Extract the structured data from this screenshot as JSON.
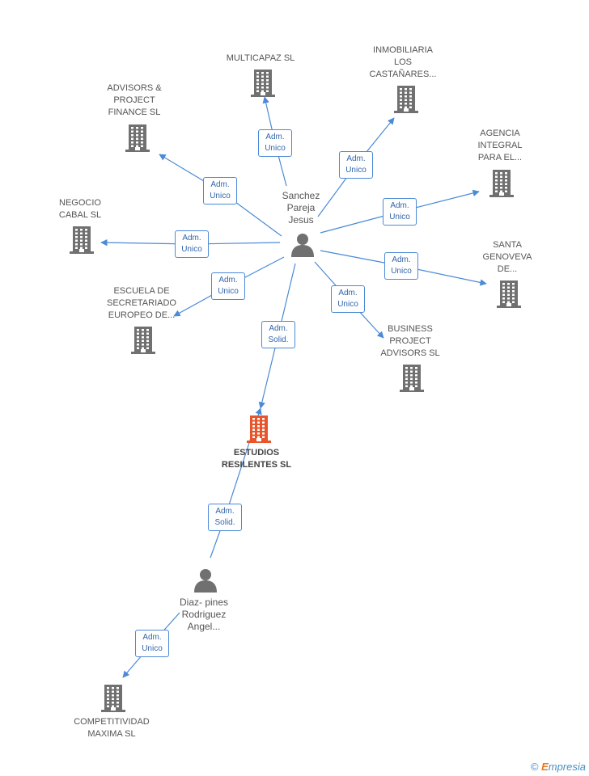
{
  "companies": [
    {
      "id": "advisors",
      "label": "ADVISORS &\nPROJECT\nFINANCE SL"
    },
    {
      "id": "multicapaz",
      "label": "MULTICAPAZ SL"
    },
    {
      "id": "inmobiliaria",
      "label": "INMOBILIARIA\nLOS\nCASTAÑARES..."
    },
    {
      "id": "agencia",
      "label": "AGENCIA\nINTEGRAL\nPARA EL..."
    },
    {
      "id": "negocio",
      "label": "NEGOCIO\nCABAL SL"
    },
    {
      "id": "santa",
      "label": "SANTA\nGENOVEVA\nDE..."
    },
    {
      "id": "escuela",
      "label": "ESCUELA DE\nSECRETARIADO\nEUROPEO DE..."
    },
    {
      "id": "business",
      "label": "BUSINESS\nPROJECT\nADVISORS SL"
    },
    {
      "id": "estudios",
      "label": "ESTUDIOS\nRESILENTES SL",
      "main": true
    },
    {
      "id": "competitividad",
      "label": "COMPETITIVIDAD\nMAXIMA SL"
    }
  ],
  "persons": [
    {
      "id": "sanchez",
      "label": "Sanchez\nPareja\nJesus"
    },
    {
      "id": "diaz",
      "label": "Diaz- pines\nRodriguez\nAngel..."
    }
  ],
  "relations": [
    {
      "from": "sanchez",
      "to": "advisors",
      "label": "Adm.\nUnico"
    },
    {
      "from": "sanchez",
      "to": "multicapaz",
      "label": "Adm.\nUnico"
    },
    {
      "from": "sanchez",
      "to": "inmobiliaria",
      "label": "Adm.\nUnico"
    },
    {
      "from": "sanchez",
      "to": "agencia",
      "label": "Adm.\nUnico"
    },
    {
      "from": "sanchez",
      "to": "negocio",
      "label": "Adm.\nUnico"
    },
    {
      "from": "sanchez",
      "to": "santa",
      "label": "Adm.\nUnico"
    },
    {
      "from": "sanchez",
      "to": "escuela",
      "label": "Adm.\nUnico"
    },
    {
      "from": "sanchez",
      "to": "business",
      "label": "Adm.\nUnico"
    },
    {
      "from": "sanchez",
      "to": "estudios",
      "label": "Adm.\nSolid."
    },
    {
      "from": "diaz",
      "to": "estudios",
      "label": "Adm.\nSolid."
    },
    {
      "from": "diaz",
      "to": "competitividad",
      "label": "Adm.\nUnico"
    }
  ],
  "colors": {
    "building": "#707070",
    "building_main": "#e8552a",
    "person": "#707070",
    "line": "#4a8ad6",
    "badge_text": "#3366aa"
  },
  "footer": {
    "copyright_symbol": "©",
    "brand_initial": "E",
    "brand_rest": "mpresia"
  }
}
